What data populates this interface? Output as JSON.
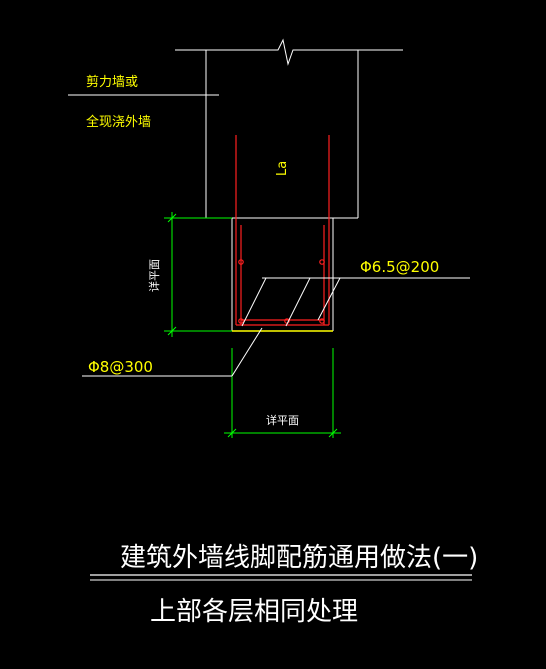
{
  "labels": {
    "wall_type_line1": "剪力墙或",
    "wall_type_line2": "全现浇外墙",
    "anchor_length": "La",
    "height_dim": "详平面",
    "width_dim": "详平面",
    "stirrup_spec": "Φ6.5@200",
    "bar_spec": "Φ8@300"
  },
  "title": {
    "main": "建筑外墙线脚配筋通用做法(一)",
    "sub": "上部各层相同处理"
  },
  "colors": {
    "background": "#000000",
    "wall_outline": "#ffffff",
    "rebar": "#ff2020",
    "dimension": "#00ff00",
    "text": "#ffff00",
    "ledge_outline": "#ffff00",
    "title_text": "#ffffff"
  }
}
